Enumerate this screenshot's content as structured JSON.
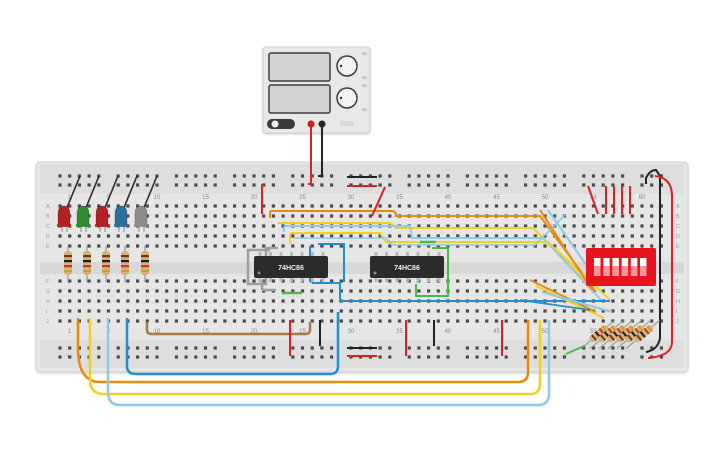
{
  "breadboard": {
    "column_numbers": [
      "1",
      "5",
      "10",
      "15",
      "20",
      "25",
      "30",
      "35",
      "40",
      "45",
      "50",
      "55",
      "60"
    ],
    "row_letters_top": [
      "A",
      "B",
      "C",
      "D",
      "E"
    ],
    "row_letters_bottom": [
      "F",
      "G",
      "H",
      "I",
      "J"
    ],
    "rail_plus": "+",
    "rail_minus": "−"
  },
  "chips": [
    {
      "part": "74HC86"
    },
    {
      "part": "74HC86"
    }
  ],
  "led_colors": [
    "#b22222",
    "#2e8b2e",
    "#b22222",
    "#2a6f9e",
    "#8c8c8c"
  ],
  "wire_colors": {
    "red": "#e02020",
    "black": "#222222",
    "orange": "#e88a10",
    "yellow": "#f0d020",
    "lightblue": "#8ccbe0",
    "blue": "#1e8fd0",
    "brown": "#a87a4a",
    "green": "#4cb84c"
  },
  "dip_switch": {
    "positions": 6,
    "color": "#e8141c"
  },
  "power_supply": {
    "displays": 2,
    "knobs": 2
  }
}
